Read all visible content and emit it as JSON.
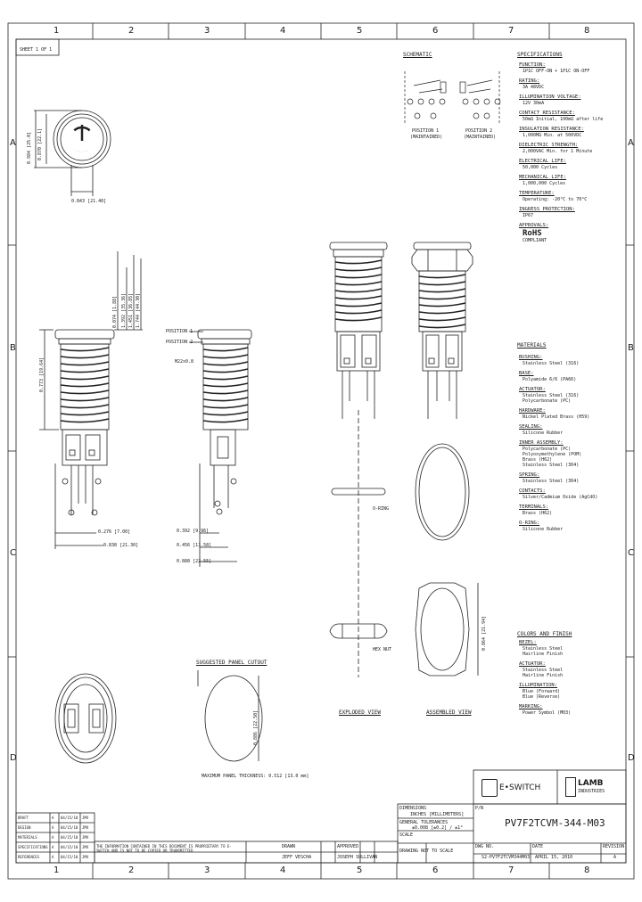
{
  "zones": {
    "cols": [
      "1",
      "2",
      "3",
      "4",
      "5",
      "6",
      "7",
      "8"
    ],
    "rows": [
      "A",
      "B",
      "C",
      "D"
    ]
  },
  "sheet": "SHEET 1 OF 1",
  "headings": {
    "schematic": "SCHEMATIC",
    "specifications": "SPECIFICATIONS",
    "materials": "MATERIALS",
    "colors": "COLORS AND FINISH",
    "cutout": "SUGGESTED PANEL CUTOUT",
    "exploded": "EXPLODED VIEW",
    "assembled": "ASSEMBLED VIEW"
  },
  "schematic": {
    "pos1": "POSITION 1",
    "pos1_sub": "(MAINTAINED)",
    "pos2": "POSITION 2",
    "pos2_sub": "(MAINTAINED)"
  },
  "specifications": [
    {
      "label": "FUNCTION:",
      "values": [
        "1P1C OFF-ON + 1P1C ON-OFF"
      ]
    },
    {
      "label": "RATING:",
      "values": [
        "3A 48VDC"
      ]
    },
    {
      "label": "ILLUMINATION VOLTAGE:",
      "values": [
        "12V 30mA"
      ]
    },
    {
      "label": "CONTACT RESISTANCE:",
      "values": [
        "50mΩ Initial, 100mΩ after life"
      ]
    },
    {
      "label": "INSULATION RESISTANCE:",
      "values": [
        "1,000MΩ Min. at 500VDC"
      ]
    },
    {
      "label": "DIELECTRIC STRENGTH:",
      "values": [
        "2,000VAC Min. for 1 Minute"
      ]
    },
    {
      "label": "ELECTRICAL LIFE:",
      "values": [
        "50,000 Cycles"
      ]
    },
    {
      "label": "MECHANICAL LIFE:",
      "values": [
        "1,000,000 Cycles"
      ]
    },
    {
      "label": "TEMPERATURE:",
      "values": [
        "Operating: -20°C to 70°C"
      ]
    },
    {
      "label": "INGRESS PROTECTION:",
      "values": [
        "IP67"
      ]
    },
    {
      "label": "APPROVALS:",
      "values": [
        "RoHS",
        "COMPLIANT"
      ]
    }
  ],
  "materials": [
    {
      "label": "BUSHING:",
      "values": [
        "Stainless Steel (316)"
      ]
    },
    {
      "label": "BASE:",
      "values": [
        "Polyamide 6/6 (PA66)"
      ]
    },
    {
      "label": "ACTUATOR:",
      "values": [
        "Stainless Steel (316)",
        "Polycarbonate (PC)"
      ]
    },
    {
      "label": "HARDWARE:",
      "values": [
        "Nickel Plated Brass (H59)"
      ]
    },
    {
      "label": "SEALING:",
      "values": [
        "Silicone Rubber"
      ]
    },
    {
      "label": "INNER ASSEMBLY:",
      "values": [
        "Polycarbonate (PC)",
        "Polyoxymethylene (POM)",
        "Brass (H62)",
        "Stainless Steel (304)"
      ]
    },
    {
      "label": "SPRING:",
      "values": [
        "Stainless Steel (304)"
      ]
    },
    {
      "label": "CONTACTS:",
      "values": [
        "Silver/Cadmium Oxide (AgCdO)"
      ]
    },
    {
      "label": "TERMINALS:",
      "values": [
        "Brass (H62)"
      ]
    },
    {
      "label": "O-RING:",
      "values": [
        "Silicone Rubber"
      ]
    }
  ],
  "colors": [
    {
      "label": "BEZEL:",
      "values": [
        "Stainless Steel",
        "Hairline Finish"
      ]
    },
    {
      "label": "ACTUATOR:",
      "values": [
        "Stainless Steel",
        "Hairline Finish"
      ]
    },
    {
      "label": "ILLUMINATION:",
      "values": [
        "Blue (Forward)",
        "Blue (Reverse)"
      ]
    },
    {
      "label": "MARKING:",
      "values": [
        "Power Symbol (M03)"
      ]
    }
  ],
  "dims": {
    "d1": "0.984 [25.0]",
    "d2": "0.870 [22.1]",
    "d3": "0.843 [21.40]",
    "d4": "0.074 [1.88]",
    "d5": "1.392 [35.36]",
    "d6": "1.451 [36.85]",
    "d7": "1.744 [44.30]",
    "d8": "0.773 [19.64]",
    "d9": "0.276 [7.00]",
    "d10": "0.838 [21.30]",
    "d11": "0.392 [9.96]",
    "d12": "0.456 [11.58]",
    "d13": "0.888 [22.55]",
    "d14": "0.864 [21.94]",
    "d15": "0.886 [22.50]",
    "position1": "POSITION 1",
    "position2": "POSITION 2",
    "m22": "M22x0.8",
    "oring": "O-RING",
    "hexnut": "HEX NUT",
    "panel_thickness": "MAXIMUM PANEL THICKNESS: 0.512 [13.0 mm]"
  },
  "logos": {
    "eswitch": "E•SWITCH",
    "lamb": "LAMB",
    "lamb_sub": "INDUSTRIES"
  },
  "titleblock": {
    "units_label": "DIMENSIONS",
    "units_value": "INCHES [MILLIMETERS]",
    "tol_label": "GENERAL TOLERANCES",
    "tol_value": "±0.008 [±0.2] / ±1°",
    "scale_label": "SCALE",
    "scale_value": "DRAWING NOT TO SCALE",
    "pn_label": "P/N",
    "pn": "PV7F2TCVM-344-M03",
    "dwg_label": "DWG NO.",
    "dwg": "S2-PV7F2TCVM344M03",
    "date_label": "DATE",
    "date": "APRIL 15, 2010",
    "rev_label": "REVISION",
    "rev": "A",
    "drawn_label": "DRAWN",
    "drawn": "JEFF VESCHA",
    "approved_label": "APPROVED",
    "approved": "JOSEPH SULLIVAN",
    "notice": "THE INFORMATION CONTAINED IN THIS DOCUMENT IS PROPRIETARY TO E-SWITCH AND IS NOT TO BE COPIED OR TRANSMITTED"
  },
  "revision_table": [
    {
      "role": "DRAFT",
      "rev": "A",
      "date": "04/15/10",
      "by": "JMV"
    },
    {
      "role": "DESIGN",
      "rev": "A",
      "date": "04/15/10",
      "by": "JMV"
    },
    {
      "role": "MATERIALS",
      "rev": "A",
      "date": "04/15/10",
      "by": "JMV"
    },
    {
      "role": "SPECIFICATIONS",
      "rev": "A",
      "date": "04/15/10",
      "by": "JMV"
    },
    {
      "role": "REFERENCES",
      "rev": "A",
      "date": "04/15/10",
      "by": "JMV"
    }
  ]
}
